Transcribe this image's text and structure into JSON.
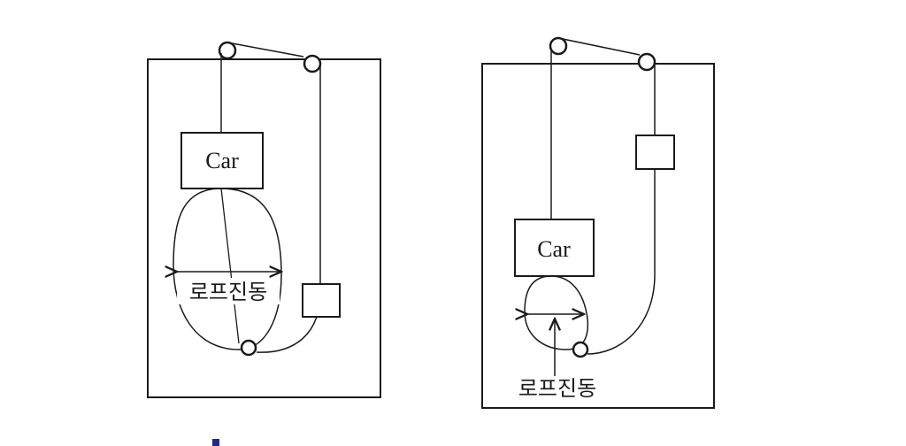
{
  "left_diagram": {
    "car_label": "Car",
    "vibration_label": "로프진동"
  },
  "right_diagram": {
    "car_label": "Car",
    "vibration_label": "로프진동"
  },
  "caption": {
    "text": "",
    "marker_color": "#1e2a8c"
  },
  "colors": {
    "line": "#1a1a1a",
    "rope": "#3a3a3a"
  }
}
